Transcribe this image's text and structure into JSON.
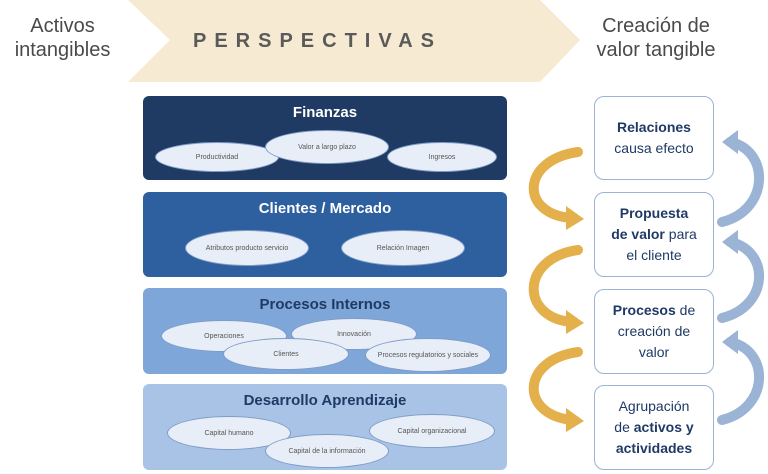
{
  "left_title": {
    "line1": "Activos",
    "line2": "intangibles"
  },
  "banner": {
    "text": "PERSPECTIVAS"
  },
  "right_title": {
    "line1": "Creación de",
    "line2": "valor tangible"
  },
  "layers": [
    {
      "title": "Finanzas",
      "items": [
        "Productividad",
        "Valor a largo plazo",
        "Ingresos"
      ]
    },
    {
      "title": "Clientes / Mercado",
      "items": [
        "Atributos producto servicio",
        "Relación Imagen"
      ]
    },
    {
      "title": "Procesos Internos",
      "items": [
        "Operaciones",
        "Innovación",
        "Clientes",
        "Procesos regulatorios y sociales"
      ]
    },
    {
      "title": "Desarrollo Aprendizaje",
      "items": [
        "Capital humano",
        "Capital de la información",
        "Capital organizacional"
      ]
    }
  ],
  "value_boxes": [
    {
      "line1": "Relaciones",
      "line2": "causa efecto"
    },
    {
      "l1_bold": "Propuesta",
      "l2_bold": "de valor",
      "l2_rest": " para",
      "l3": "el cliente"
    },
    {
      "l1_bold": "Procesos",
      "l1_rest": " de",
      "l2": "creación de",
      "l3": "valor"
    },
    {
      "l1": "Agrupación",
      "l2_pre": "de ",
      "l2_bold": "activos y",
      "l3_bold": "actividades"
    }
  ],
  "colors": {
    "finanzas": "#1f3a63",
    "clientes": "#2e5f9e",
    "procesos": "#7ea6d8",
    "desarrollo": "#a9c3e6",
    "arrow_gold": "#e3b04b",
    "arrow_blue": "#9bb3d4",
    "banner": "#f6ead2"
  }
}
